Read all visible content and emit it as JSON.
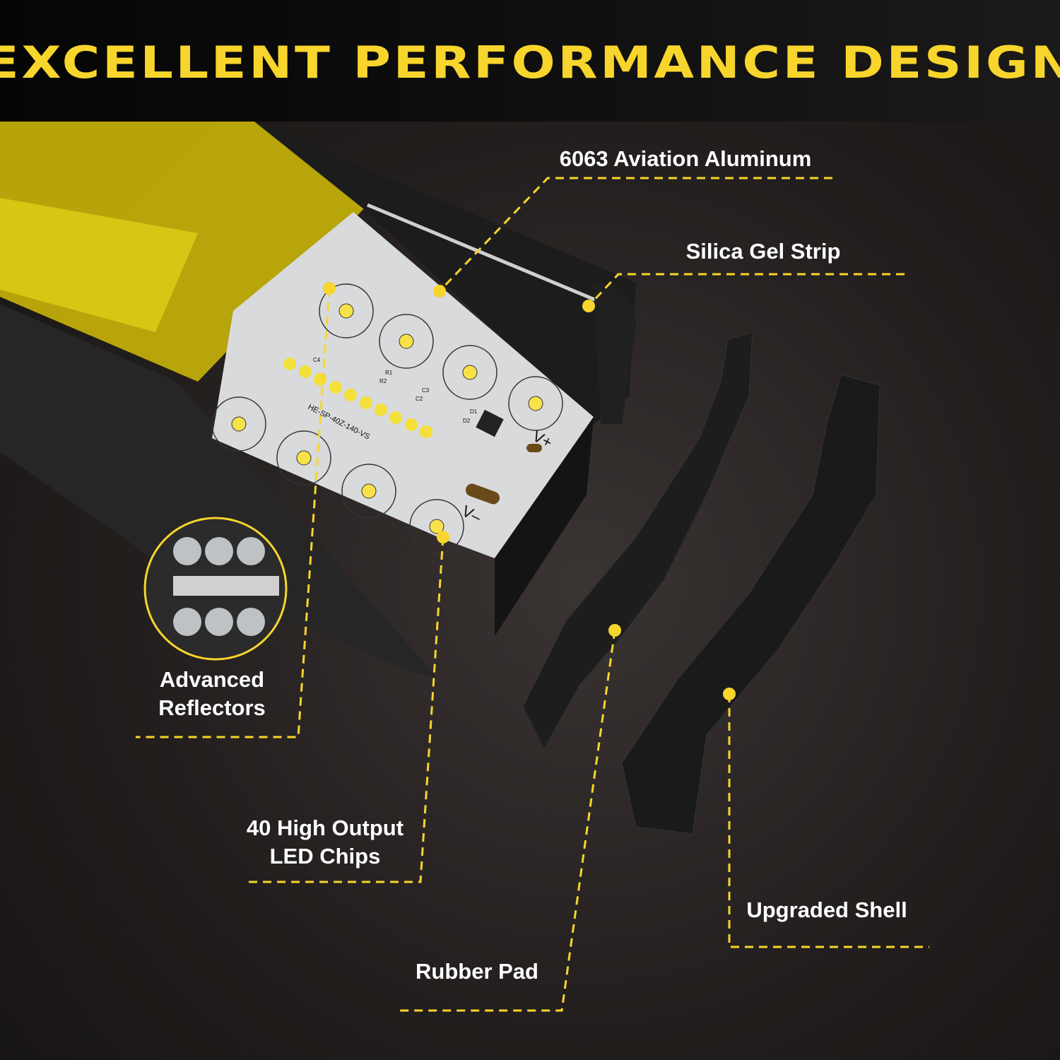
{
  "title": "EXCELLENT PERFORMANCE DESIGN",
  "labels": {
    "aluminum": "6063 Aviation Aluminum",
    "silica": "Silica Gel Strip",
    "reflectors_line1": "Advanced",
    "reflectors_line2": "Reflectors",
    "led_line1": "40 High Output",
    "led_line2": "LED Chips",
    "rubber": "Rubber Pad",
    "shell": "Upgraded Shell"
  },
  "pcb": {
    "model": "HE-SP-40Z-140-VS",
    "v_plus": "V+",
    "v_minus": "V–",
    "r1": "R1",
    "r2": "R2",
    "c2": "C2",
    "c3": "C3",
    "c4": "C4",
    "d1": "D1",
    "d2": "D2"
  },
  "colors": {
    "accent": "#f7d52c",
    "label": "#ffffff",
    "housing": "#1a1a1a",
    "pcb": "#d9dadc"
  }
}
